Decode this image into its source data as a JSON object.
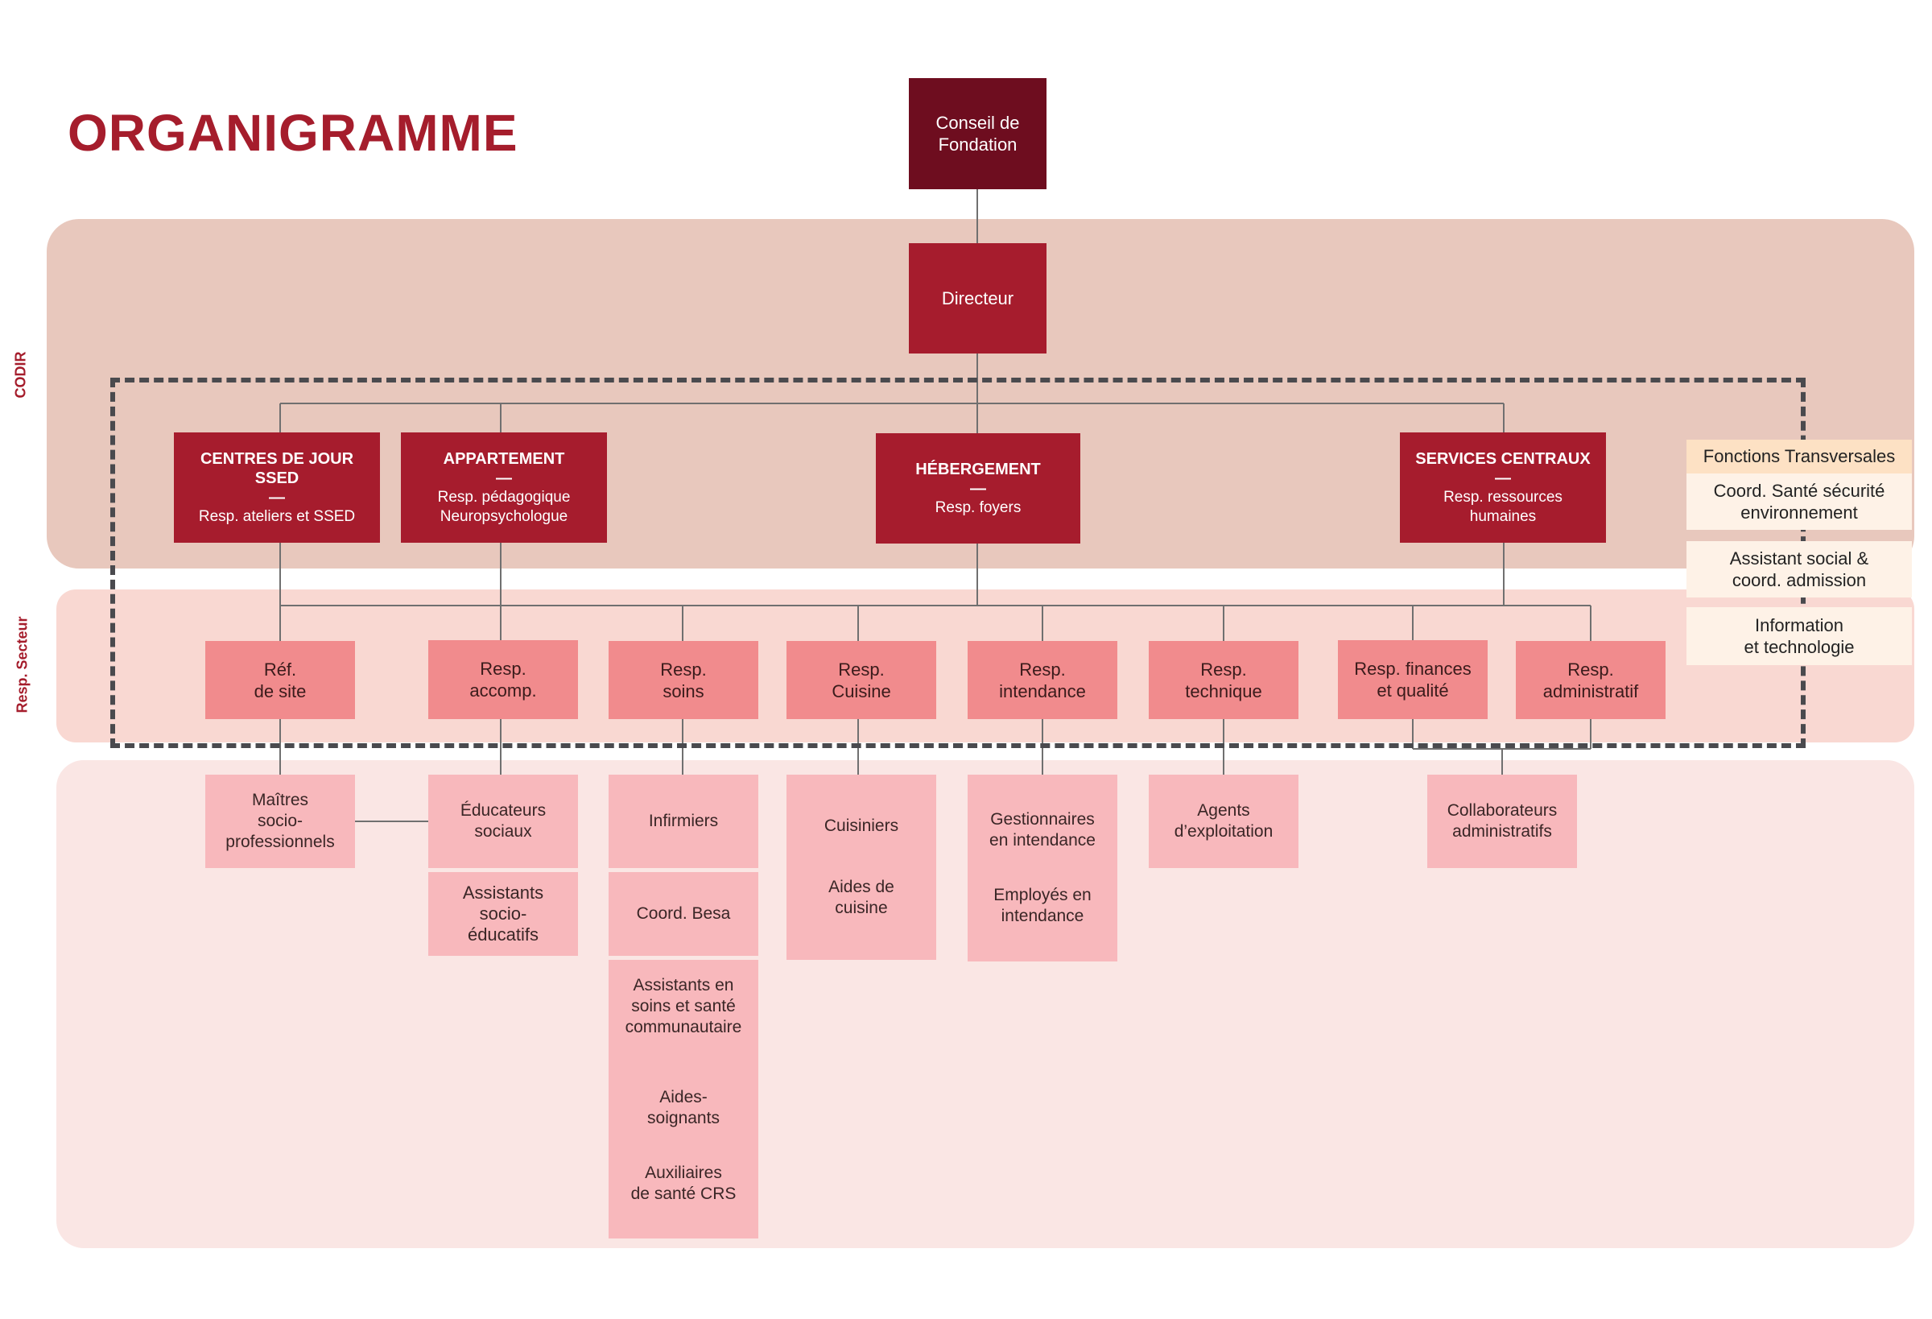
{
  "title": "ORGANIGRAMME",
  "bands": {
    "codir": "CODIR",
    "resp_secteur": "Resp. Secteur"
  },
  "top": {
    "conseil": "Conseil de\nFondation",
    "directeur": "Directeur"
  },
  "departments": [
    {
      "name": "CENTRES DE JOUR\nSSED",
      "dash": "—",
      "sub": "Resp. ateliers et SSED"
    },
    {
      "name": "APPARTEMENT",
      "dash": "—",
      "sub": "Resp. pédagogique\nNeuropsychologue"
    },
    {
      "name": "HÉBERGEMENT",
      "dash": "—",
      "sub": "Resp. foyers"
    },
    {
      "name": "SERVICES CENTRAUX",
      "dash": "—",
      "sub": "Resp. ressources\nhumaines"
    }
  ],
  "transversal": {
    "header": "Fonctions Transversales",
    "items": [
      "Coord. Santé sécurité\nenvironnement",
      "Assistant social &\ncoord. admission",
      "Information\net technologie"
    ]
  },
  "resp": [
    "Réf.\nde site",
    "Resp.\naccomp.",
    "Resp.\nsoins",
    "Resp.\nCuisine",
    "Resp.\nintendance",
    "Resp.\ntechnique",
    "Resp. finances\net qualité",
    "Resp.\nadministratif"
  ],
  "staff": {
    "maitres": "Maîtres\nsocio-\nprofessionnels",
    "educateurs": "Éducateurs\nsociaux",
    "assistants_socio": "Assistants\nsocio-\néducatifs",
    "infirmiers": "Infirmiers",
    "coord_besa": "Coord. Besa",
    "assistants_soins": "Assistants en\nsoins et santé\ncommunautaire",
    "aides_soignants": "Aides-\nsoignants",
    "auxiliaires": "Auxiliaires\nde santé CRS",
    "cuisiniers": "Cuisiniers",
    "aides_cuisine": "Aides de\ncuisine",
    "gestionnaires": "Gestionnaires\nen intendance",
    "employes": "Employés en\nintendance",
    "agents": "Agents\nd’exploitation",
    "collaborateurs": "Collaborateurs\nadministratifs"
  },
  "colors": {
    "accent": "#a51d2c",
    "dark": "#6e0d1f",
    "resp": "#f18b8d",
    "staff": "#f8b8bc"
  }
}
